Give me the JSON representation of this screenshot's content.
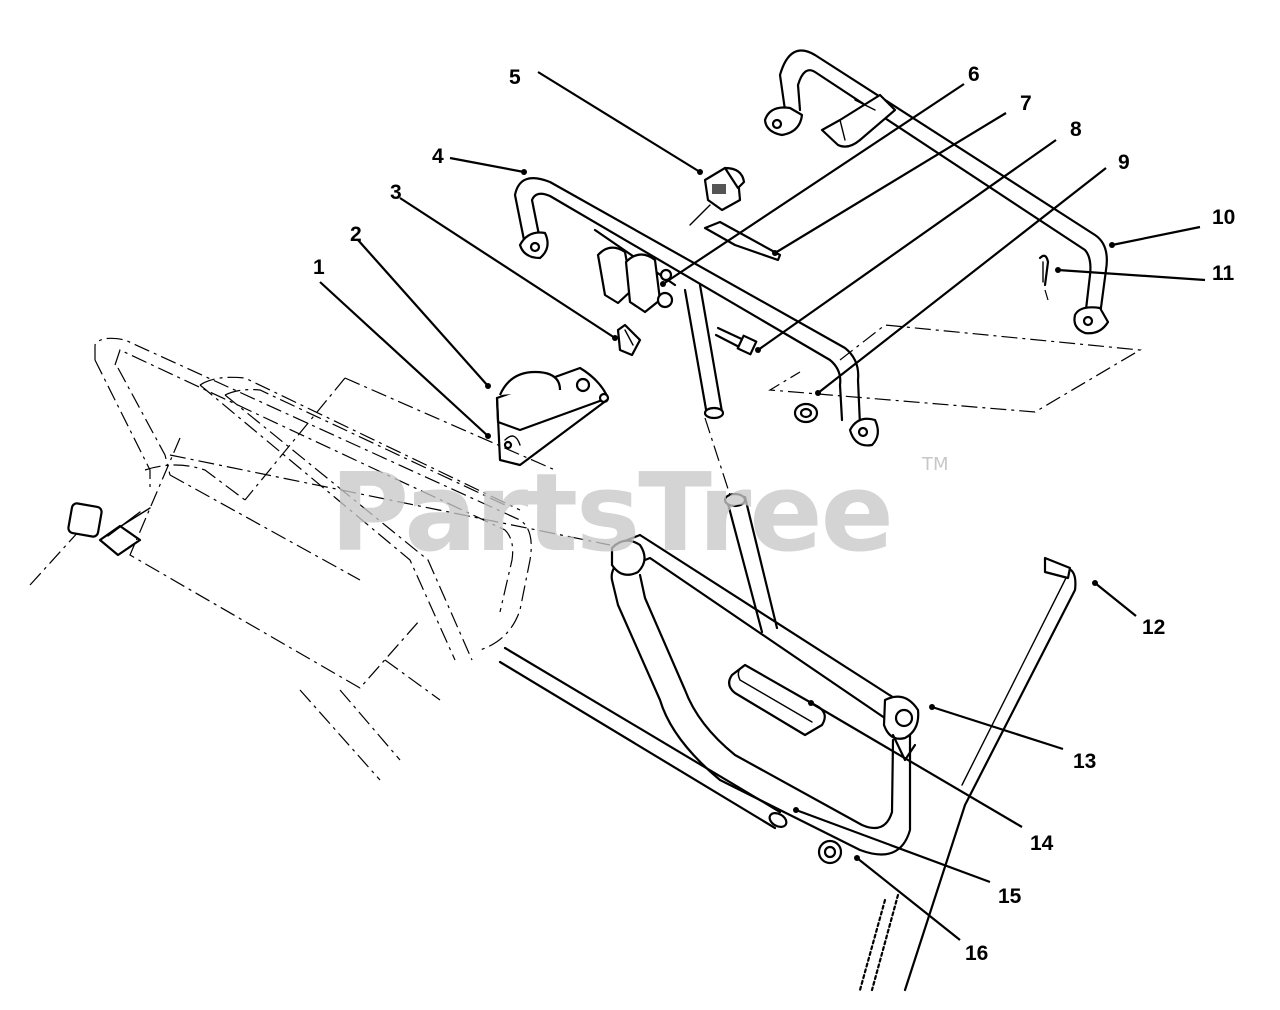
{
  "watermark": {
    "brand": "PartsTree",
    "trademark": "TM"
  },
  "callouts": [
    {
      "id": "1",
      "label": "1"
    },
    {
      "id": "2",
      "label": "2"
    },
    {
      "id": "3",
      "label": "3"
    },
    {
      "id": "4",
      "label": "4"
    },
    {
      "id": "5",
      "label": "5"
    },
    {
      "id": "6",
      "label": "6"
    },
    {
      "id": "7",
      "label": "7"
    },
    {
      "id": "8",
      "label": "8"
    },
    {
      "id": "9",
      "label": "9"
    },
    {
      "id": "10",
      "label": "10"
    },
    {
      "id": "11",
      "label": "11"
    },
    {
      "id": "12",
      "label": "12"
    },
    {
      "id": "13",
      "label": "13"
    },
    {
      "id": "14",
      "label": "14"
    },
    {
      "id": "15",
      "label": "15"
    },
    {
      "id": "16",
      "label": "16"
    }
  ]
}
